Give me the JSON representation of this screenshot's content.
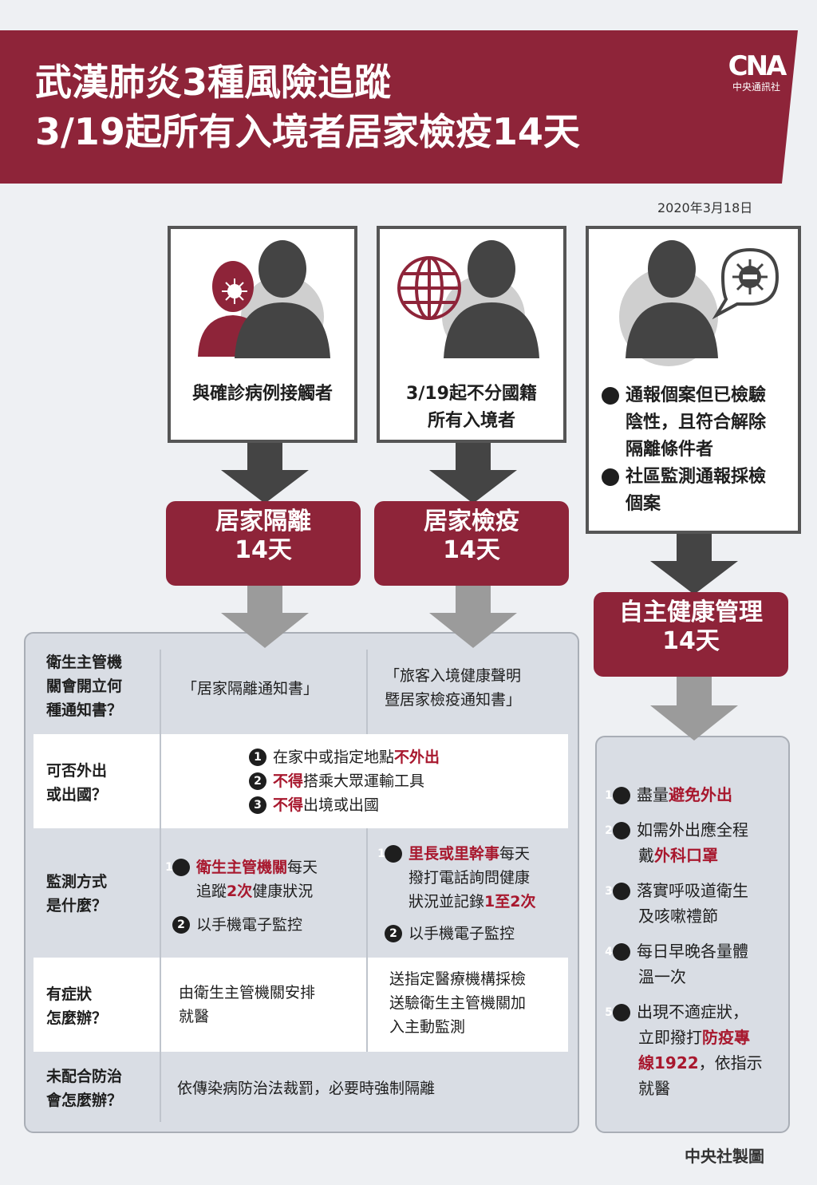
{
  "header": {
    "title_line1": "武漢肺炎3種風險追蹤",
    "title_line2": "3/19起所有入境者居家檢疫14天",
    "logo_text": "CNA",
    "logo_sub": "中央通訊社",
    "date": "2020年3月18日"
  },
  "colors": {
    "brand": "#8e2439",
    "highlight": "#a8182e",
    "panel": "#d9dde4"
  },
  "cards": [
    {
      "text": "與確診病例接觸者",
      "icon": "contact-person-icon"
    },
    {
      "text_line1": "3/19起不分國籍",
      "text_line2": "所有入境者",
      "icon": "globe-person-icon"
    },
    {
      "item1_l1": "通報個案但已檢驗",
      "item1_l2": "陰性，且符合解除",
      "item1_l3": "隔離條件者",
      "item2_l1": "社區監測通報採檢",
      "item2_l2": "個案",
      "icon": "virus-bubble-person-icon"
    }
  ],
  "labels": [
    {
      "line1": "居家隔離",
      "line2": "14天"
    },
    {
      "line1": "居家檢疫",
      "line2": "14天"
    },
    {
      "line1": "自主健康管理",
      "line2": "14天"
    }
  ],
  "table": {
    "row1": {
      "head_l1": "衛生主管機",
      "head_l2": "關會開立何",
      "head_l3": "種通知書？",
      "col1": "「居家隔離通知書」",
      "col2_l1": "「旅客入境健康聲明",
      "col2_l2": "暨居家檢疫通知書」"
    },
    "row2": {
      "head_l1": "可否外出",
      "head_l2": "或出國？",
      "i1_a": "在家中或指定地點",
      "i1_b": "不外出",
      "i2_a": "不得",
      "i2_b": "搭乘大眾運輸工具",
      "i3_a": "不得",
      "i3_b": "出境或出國"
    },
    "row3": {
      "head_l1": "監測方式",
      "head_l2": "是什麼？",
      "c1_i1_a": "衛生主管機關",
      "c1_i1_b": "每天",
      "c1_i1_c": "追蹤",
      "c1_i1_d": "2次",
      "c1_i1_e": "健康狀況",
      "c1_i2": "以手機電子監控",
      "c2_i1_a": "里長或里幹事",
      "c2_i1_b": "每天",
      "c2_i1_c": "撥打電話詢問健康",
      "c2_i1_d": "狀況並記錄",
      "c2_i1_e": "1至2次",
      "c2_i2": "以手機電子監控"
    },
    "row4": {
      "head_l1": "有症狀",
      "head_l2": "怎麼辦？",
      "col1_l1": "由衛生主管機關安排",
      "col1_l2": "就醫",
      "col2_l1": "送指定醫療機構採檢",
      "col2_l2": "送驗衛生主管機關加",
      "col2_l3": "入主動監測"
    },
    "row5": {
      "head_l1": "未配合防治",
      "head_l2": "會怎麼辦？",
      "col": "依傳染病防治法裁罰，必要時強制隔離"
    }
  },
  "right_list": {
    "i1_a": "盡量",
    "i1_b": "避免外出",
    "i2_a": "如需外出應全程",
    "i2_b": "戴",
    "i2_c": "外科口罩",
    "i3_a": "落實呼吸道衛生",
    "i3_b": "及咳嗽禮節",
    "i4_a": "每日早晚各量體",
    "i4_b": "溫一次",
    "i5_a": "出現不適症狀，",
    "i5_b": "立即撥打",
    "i5_c": "防疫專",
    "i5_d": "線1922",
    "i5_e": "，依指示",
    "i5_f": "就醫"
  },
  "numbers": [
    "1",
    "2",
    "3",
    "4",
    "5"
  ],
  "footer": "中央社製圖"
}
